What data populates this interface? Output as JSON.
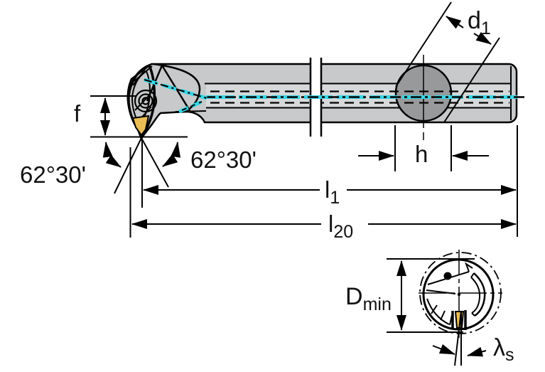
{
  "dimensions": {
    "f": {
      "label": "f"
    },
    "angle_left": {
      "label": "62°30'"
    },
    "angle_right": {
      "label": "62°30'"
    },
    "d1": {
      "base": "d",
      "sub": "1"
    },
    "h": {
      "label": "h"
    },
    "l1": {
      "base": "l",
      "sub": "1"
    },
    "l20": {
      "base": "l",
      "sub": "20"
    },
    "d_min": {
      "base": "D",
      "sub": "min"
    },
    "lambda_s": {
      "base": "λ",
      "sub": "s"
    }
  },
  "colors": {
    "coolant_centerline": "#35D7E6",
    "insert_highlight": "#EBBE55",
    "bar_body": "#C8C9CA",
    "bar_core": "#D7D8D9",
    "cross_hole": "#98999B",
    "outline": "#000000",
    "background": "#FFFFFF"
  }
}
